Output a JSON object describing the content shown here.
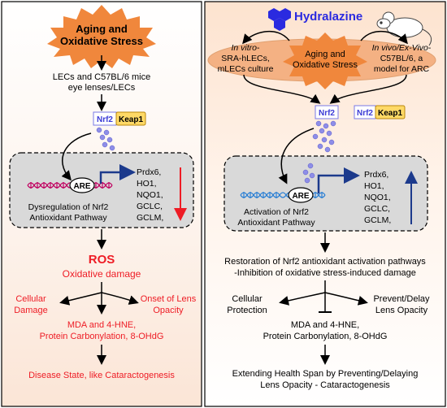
{
  "colors": {
    "red": "#ee1c25",
    "dark_blue": "#1c3a8c",
    "orange": "#f0873c",
    "salmon": "#f4b183",
    "keap_yellow": "#ffd966",
    "nrf_purple": "#7a7ae6",
    "dna_red": "#c00060",
    "dna_blue": "#2a7fd4",
    "panel_gray": "#d9d9d9",
    "hydralazine_blue": "#2a2ae0"
  },
  "left": {
    "stress_line1": "Aging and",
    "stress_line2": "Oxidative Stress",
    "lecs_line1": "LECs and C57BL/6 mice",
    "lecs_line2": "eye lenses/LECs",
    "nrf2": "Nrf2",
    "keap1": "Keap1",
    "are": "ARE",
    "pathway_line1": "Dysregulation of Nrf2",
    "pathway_line2": "Antioxidant Pathway",
    "genes": [
      "Prdx6,",
      "HO1,",
      "NQO1,",
      "GCLC,",
      "GCLM,"
    ],
    "ros": "ROS",
    "ox_damage": "Oxidative damage",
    "cell_damage_line1": "Cellular",
    "cell_damage_line2": "Damage",
    "onset_line1": "Onset of Lens",
    "onset_line2": "Opacity",
    "mda_line1": "MDA and 4-HNE,",
    "mda_line2": "Protein Carbonylation, 8-OHdG",
    "disease": "Disease State, like Cataractogenesis"
  },
  "right": {
    "hydralazine": "Hydralazine",
    "invitro_line1a": "In vitro",
    "invitro_line1b": "-",
    "invitro_line2": "SRA-hLECs,",
    "invitro_line3": "mLECs culture",
    "stress_line1": "Aging and",
    "stress_line2": "Oxidative Stress",
    "invivo_line1a": "In vivo/Ex-Vivo",
    "invivo_line1b": "-",
    "invivo_line2": "C57BL/6, a",
    "invivo_line3": "model for ARC",
    "nrf2": "Nrf2",
    "keap1": "Keap1",
    "are": "ARE",
    "pathway_line1": "Activation of Nrf2",
    "pathway_line2": "Antioxidant  Pathway",
    "genes": [
      "Prdx6,",
      "HO1,",
      "NQO1,",
      "GCLC,",
      "GCLM,"
    ],
    "restore_line1": "Restoration of Nrf2 antioxidant activation pathways",
    "restore_line2": "-Inhibition of oxidative stress-induced damage",
    "protect_line1": "Cellular",
    "protect_line2": "Protection",
    "prevent_line1": "Prevent/Delay",
    "prevent_line2": "Lens Opacity",
    "mda_line1": "MDA and 4-HNE,",
    "mda_line2": "Protein Carbonylation, 8-OHdG",
    "span_line1": "Extending Health Span by Preventing/Delaying",
    "span_line2": "Lens Opacity - Cataractogenesis"
  }
}
